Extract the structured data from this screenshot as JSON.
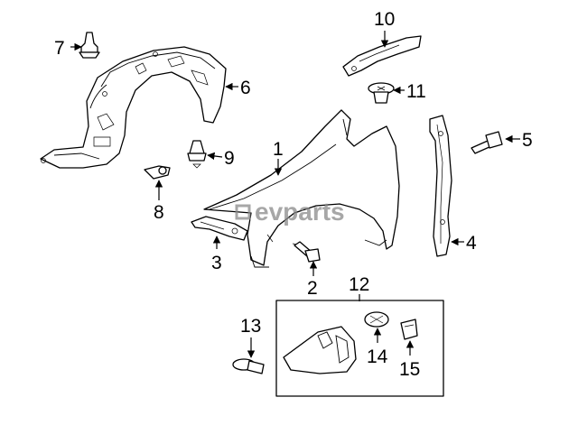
{
  "watermark": {
    "text": "evparts"
  },
  "callouts": [
    {
      "id": "1",
      "label": "1"
    },
    {
      "id": "2",
      "label": "2"
    },
    {
      "id": "3",
      "label": "3"
    },
    {
      "id": "4",
      "label": "4"
    },
    {
      "id": "5",
      "label": "5"
    },
    {
      "id": "6",
      "label": "6"
    },
    {
      "id": "7",
      "label": "7"
    },
    {
      "id": "8",
      "label": "8"
    },
    {
      "id": "9",
      "label": "9"
    },
    {
      "id": "10",
      "label": "10"
    },
    {
      "id": "11",
      "label": "11"
    },
    {
      "id": "12",
      "label": "12"
    },
    {
      "id": "13",
      "label": "13"
    },
    {
      "id": "14",
      "label": "14"
    },
    {
      "id": "15",
      "label": "15"
    }
  ]
}
